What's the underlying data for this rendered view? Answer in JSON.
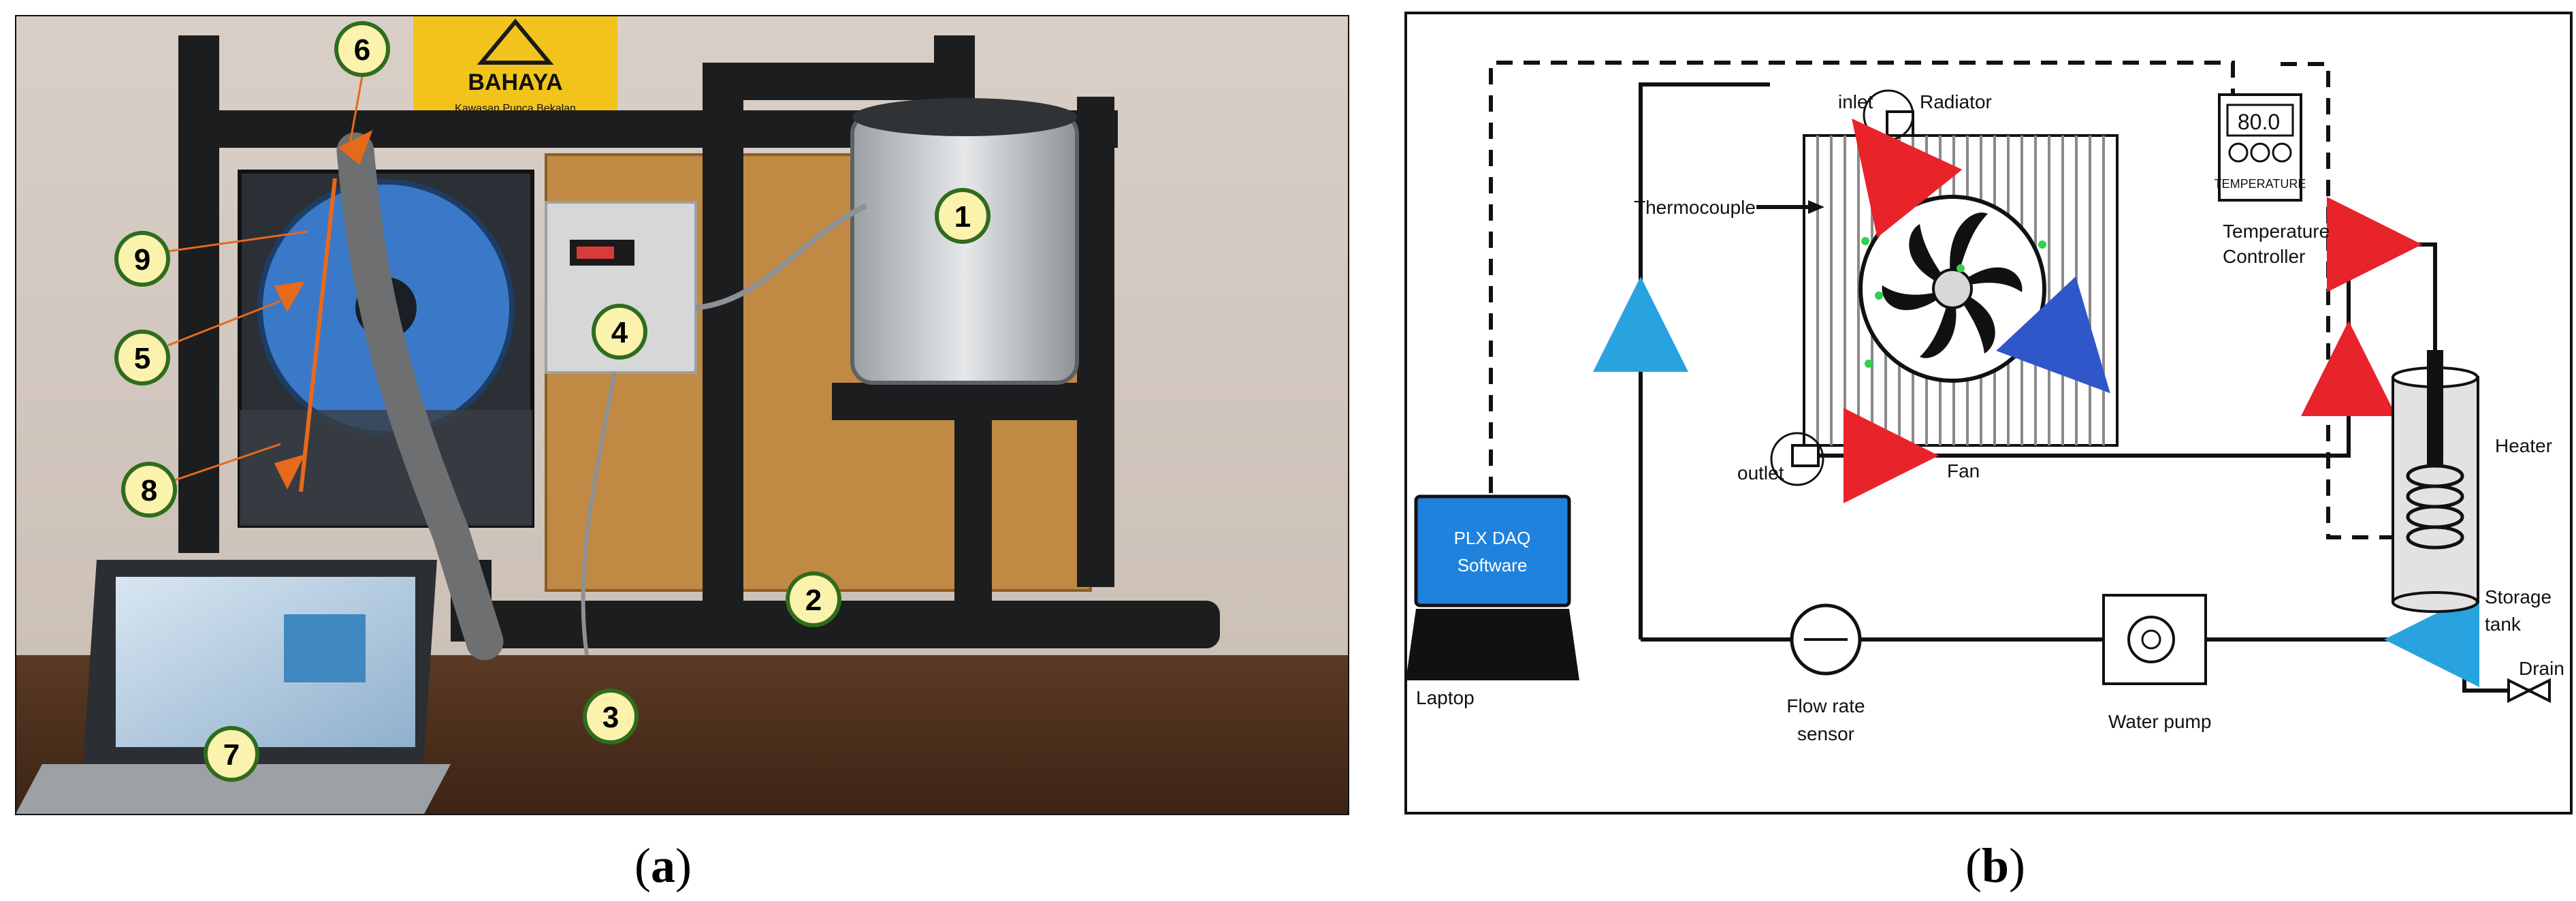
{
  "panel_a": {
    "sign_text": "BAHAYA",
    "sign_subtext": "Kawasan Punca Bekalan",
    "markers": [
      "1",
      "2",
      "3",
      "4",
      "5",
      "6",
      "7",
      "8",
      "9"
    ],
    "laptop_screen_brand": "",
    "caption_label": "a"
  },
  "panel_b": {
    "labels": {
      "inlet": "inlet",
      "radiator": "Radiator",
      "thermocouple": "Thermocouple",
      "fan": "Fan",
      "outlet": "outlet",
      "temperature_controller_line1": "Temperature",
      "temperature_controller_line2": "Controller",
      "controller_display": "80.0",
      "controller_face": "TEMPERATURE",
      "heater": "Heater",
      "storage_tank_line1": "Storage",
      "storage_tank_line2": "tank",
      "drain": "Drain",
      "water_pump": "Water pump",
      "flow_rate_sensor_line1": "Flow rate",
      "flow_rate_sensor_line2": "sensor",
      "laptop": "Laptop",
      "software_line1": "PLX DAQ",
      "software_line2": "Software"
    },
    "colors": {
      "hot_arrow": "#e8232a",
      "cold_arrow": "#2f57c9",
      "flow_arrow": "#29a3e0",
      "thermocouple_dot": "#2fd24a",
      "laptop_screen": "#1f82dd"
    },
    "caption_label": "b"
  }
}
